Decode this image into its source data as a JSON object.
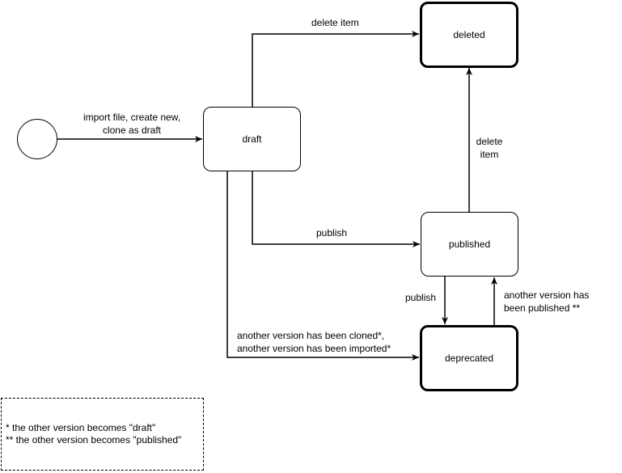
{
  "states": {
    "draft": "draft",
    "deleted": "deleted",
    "published": "published",
    "deprecated": "deprecated"
  },
  "transitions": {
    "initial_to_draft": [
      "import file, create new,",
      "clone as draft"
    ],
    "draft_to_deleted": "delete item",
    "published_to_deleted": [
      "delete",
      "item"
    ],
    "draft_to_published": "publish",
    "published_to_deprecated": "publish",
    "deprecated_to_published": [
      "another version has",
      "been published **"
    ],
    "draft_to_deprecated": [
      "another version has been cloned*,",
      "another version has been imported*"
    ]
  },
  "notes": [
    "* the other version becomes \"draft\"",
    "** the other version becomes \"published\""
  ]
}
